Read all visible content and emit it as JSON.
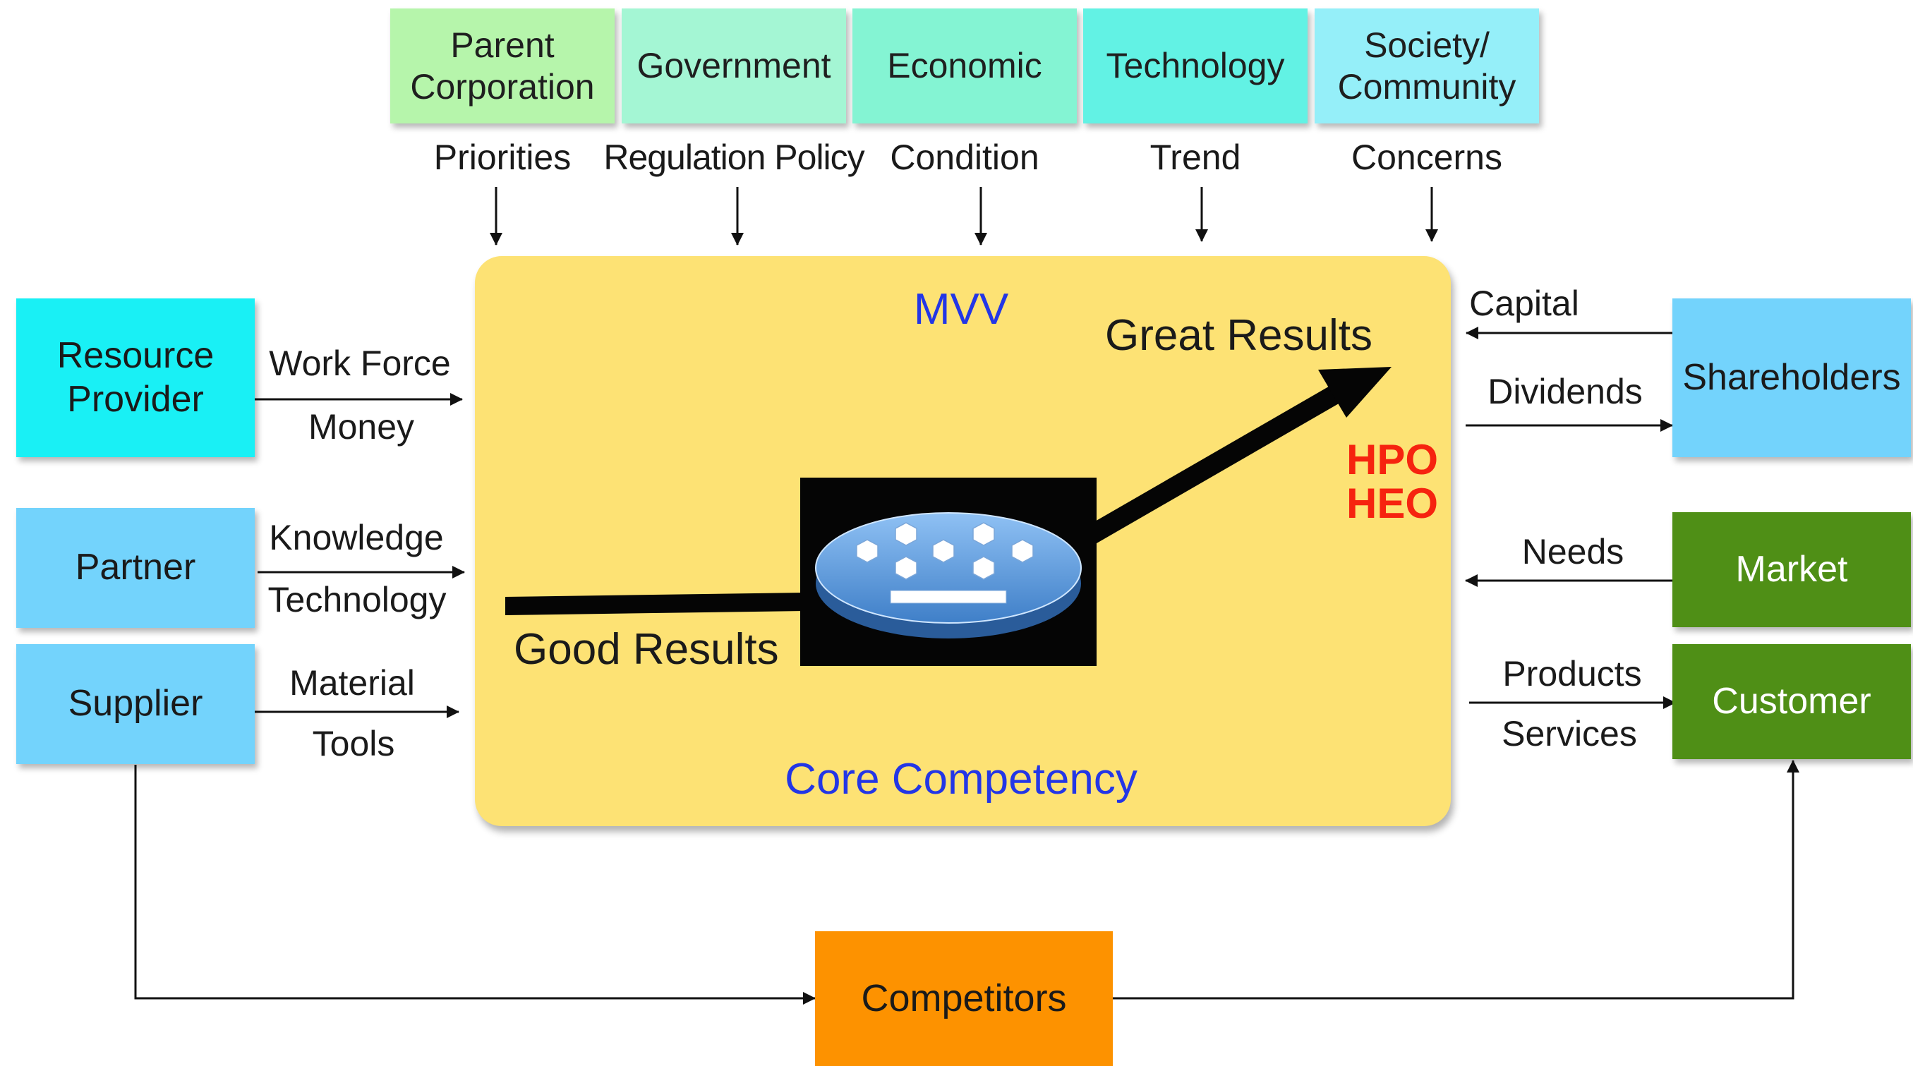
{
  "top_factors": [
    {
      "name": "Parent\nCorporation",
      "input": "Priorities",
      "color": "#b6f5ab"
    },
    {
      "name": "Government",
      "input": "Regulation Policy",
      "color": "#a4f6d4"
    },
    {
      "name": "Economic",
      "input": "Condition",
      "color": "#84f4d3"
    },
    {
      "name": "Technology",
      "input": "Trend",
      "color": "#62f2e4"
    },
    {
      "name": "Society/\nCommunity",
      "input": "Concerns",
      "color": "#95eff9"
    }
  ],
  "left_stakeholders": [
    {
      "name": "Resource\nProvider",
      "flows": [
        "Work Force",
        "Money"
      ],
      "color": "#19f0f5"
    },
    {
      "name": "Partner",
      "flows": [
        "Knowledge",
        "Technology"
      ],
      "color": "#73d3fc"
    },
    {
      "name": "Supplier",
      "flows": [
        "Material",
        "Tools"
      ],
      "color": "#73d3fc"
    }
  ],
  "right_stakeholders": [
    {
      "name": "Shareholders",
      "flows": [
        "Capital",
        "Dividends"
      ],
      "color": "#73d3fc",
      "text_color": "#1a1a1a"
    },
    {
      "name": "Market",
      "flows": [
        "Needs"
      ],
      "color": "#4f8f16",
      "text_color": "#ffffff"
    },
    {
      "name": "Customer",
      "flows": [
        "Products",
        "Services"
      ],
      "color": "#4f8f16",
      "text_color": "#ffffff"
    }
  ],
  "competitors": {
    "name": "Competitors",
    "color": "#fd9200"
  },
  "core": {
    "mvv": "MVV",
    "core_competency": "Core Competency",
    "good_results": "Good Results",
    "great_results": "Great Results",
    "hpo": "HPO",
    "heo": "HEO",
    "colors": {
      "box": "#fde274",
      "blue_text": "#2336e6",
      "red_text": "#f6230f"
    }
  }
}
